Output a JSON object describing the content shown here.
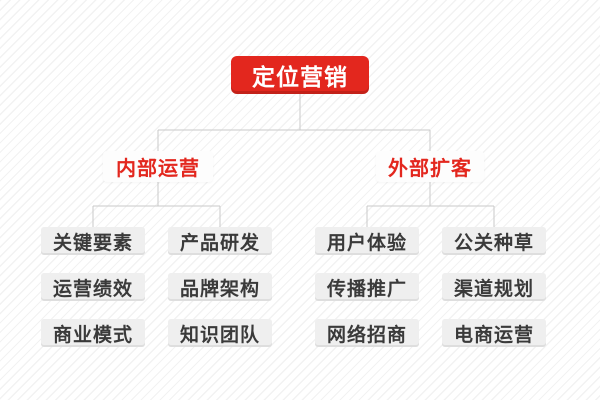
{
  "root": {
    "label": "定位营销"
  },
  "branches": [
    {
      "label": "内部运营",
      "children": [
        "关键要素",
        "产品研发",
        "运营绩效",
        "品牌架构",
        "商业模式",
        "知识团队"
      ]
    },
    {
      "label": "外部扩客",
      "children": [
        "用户体验",
        "公关种草",
        "传播推广",
        "渠道规划",
        "网络招商",
        "电商运营"
      ]
    }
  ],
  "colors": {
    "accent_red": "#e3271e",
    "branch_bg": "#fdfdfd",
    "leaf_bg": "#efefef",
    "leaf_text": "#3a3a3a",
    "connector": "#c9c9c9",
    "background": "#ffffff",
    "stripe": "#f2f2f2"
  }
}
